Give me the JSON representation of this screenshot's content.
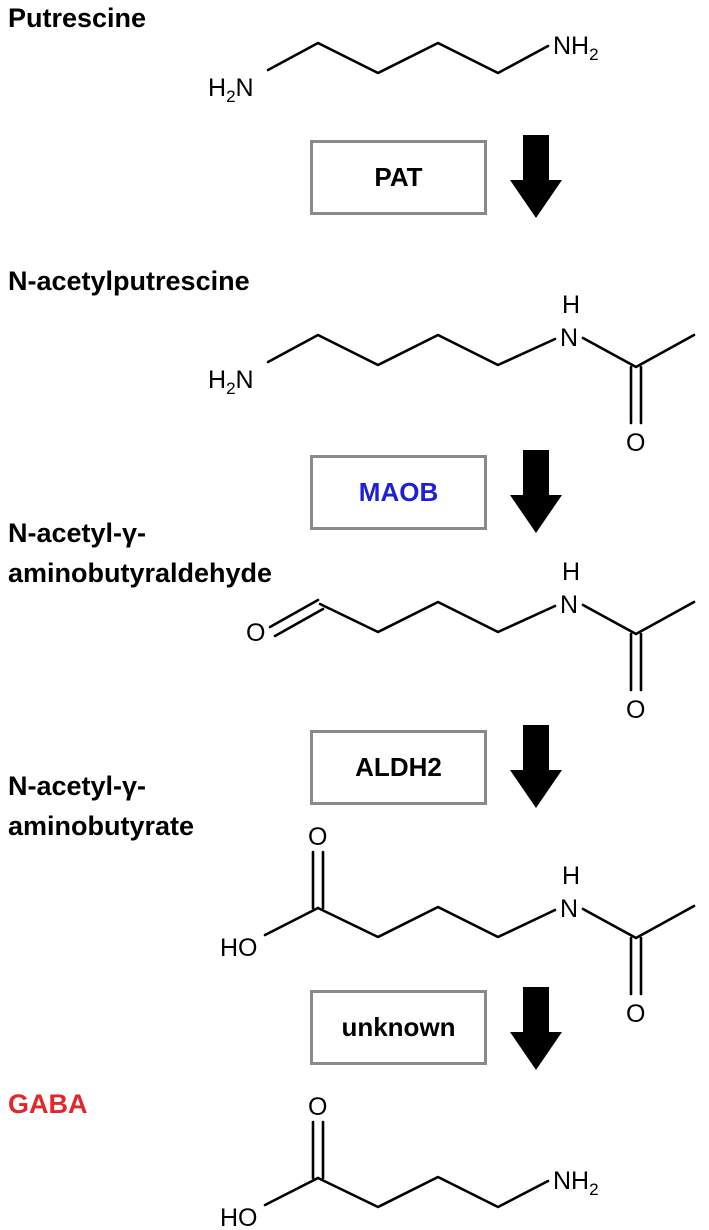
{
  "compounds": {
    "putrescine": "Putrescine",
    "n_acetylputrescine": "N-acetylputrescine",
    "n_acetyl_aldehyde": [
      "N-acetyl-γ-",
      "aminobutyraldehyde"
    ],
    "n_acetyl_butyrate": [
      "N-acetyl-γ-",
      "aminobutyrate"
    ],
    "gaba": "GABA"
  },
  "enzymes": {
    "pat": "PAT",
    "maob": "MAOB",
    "aldh2": "ALDH2",
    "unknown": "unknown"
  },
  "atoms": {
    "h2n": "H",
    "nh2": "NH",
    "sub2": "2",
    "n": "N",
    "h": "H",
    "o": "O",
    "ho": "HO"
  },
  "colors": {
    "text": "#000000",
    "box_border": "#8a8a8a",
    "maob": "#1f1fd6",
    "gaba": "#e3262a"
  }
}
